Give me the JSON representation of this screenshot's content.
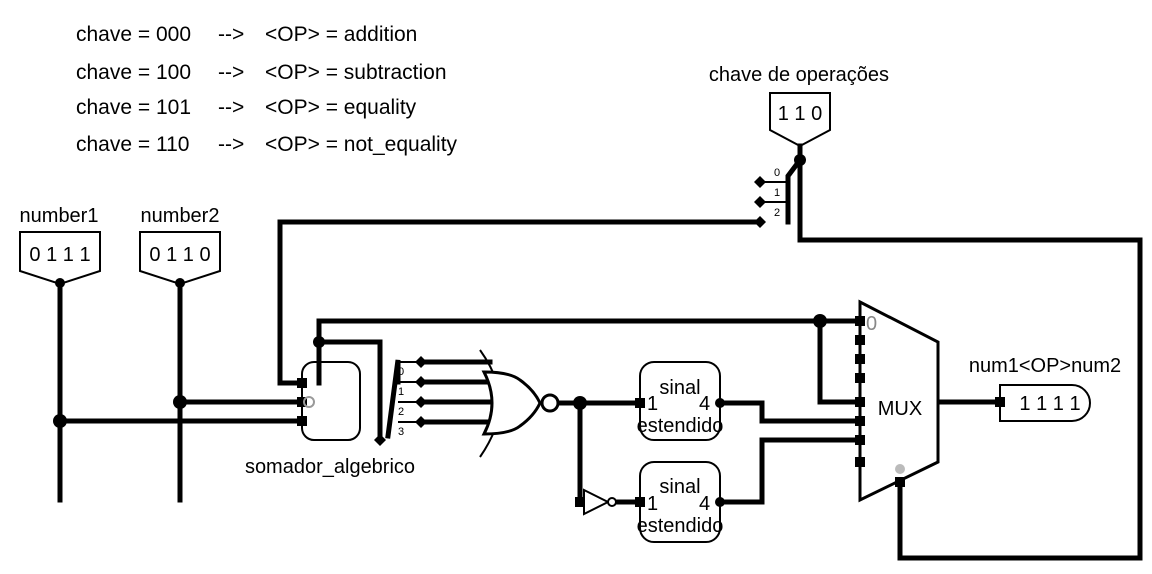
{
  "legend": [
    {
      "chave": "chave = 000",
      "arrow": "-->",
      "op": "<OP> = addition"
    },
    {
      "chave": "chave = 100",
      "arrow": "-->",
      "op": "<OP> = subtraction"
    },
    {
      "chave": "chave = 101",
      "arrow": "-->",
      "op": "<OP> = equality"
    },
    {
      "chave": "chave = 110",
      "arrow": "-->",
      "op": "<OP> = not_equality"
    }
  ],
  "inputs": {
    "chave": {
      "label": "chave de operações",
      "value": "1 1 0"
    },
    "number1": {
      "label": "number1",
      "value": "0 1 1 1"
    },
    "number2": {
      "label": "number2",
      "value": "0 1 1 0"
    }
  },
  "splitter_bits": {
    "chave": [
      "0",
      "1",
      "2"
    ],
    "sum": [
      "0",
      "1",
      "2",
      "3"
    ]
  },
  "components": {
    "adder": "somador_algebrico",
    "ext1": {
      "title": "sinal",
      "in": "1",
      "out": "4",
      "subtitle": "estendido"
    },
    "ext2": {
      "title": "sinal",
      "in": "1",
      "out": "4",
      "subtitle": "estendido"
    },
    "mux": {
      "label": "MUX",
      "port0": "0"
    }
  },
  "output": {
    "label": "num1<OP>num2",
    "value": "1 1 1 1"
  }
}
